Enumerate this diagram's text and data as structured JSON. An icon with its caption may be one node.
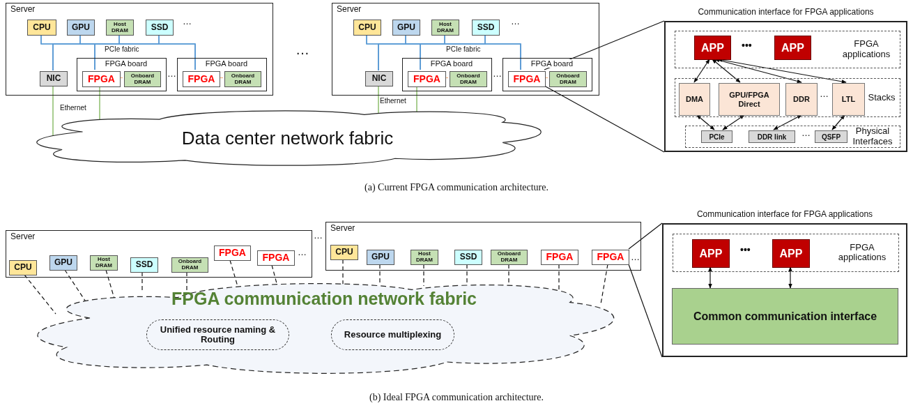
{
  "diagram": {
    "nodes": [
      {
        "text": [
          "Server"
        ]
      },
      {
        "text": [
          "CPU"
        ],
        "in": 0
      },
      {
        "text": [
          "GPU"
        ],
        "in": 0
      },
      {
        "text": [
          "Host DRAM"
        ],
        "in": 0
      },
      {
        "text": [
          "SSD"
        ],
        "in": 0
      },
      {
        "text": [
          "NIC"
        ],
        "in": 0
      },
      {
        "text": [
          "FPGA board"
        ],
        "in": 0
      },
      {
        "text": [
          "FPGA"
        ],
        "in": 6
      },
      {
        "text": [
          "Onboard DRAM"
        ],
        "in": 6
      },
      {
        "text": [
          "FPGA board"
        ],
        "in": 0
      },
      {
        "text": [
          "FPGA"
        ],
        "in": 9
      },
      {
        "text": [
          "Onboard DRAM"
        ],
        "in": 9
      },
      {
        "text": [
          "Server"
        ]
      },
      {
        "text": [
          "CPU"
        ],
        "in": 12
      },
      {
        "text": [
          "GPU"
        ],
        "in": 12
      },
      {
        "text": [
          "Host DRAM"
        ],
        "in": 12
      },
      {
        "text": [
          "SSD"
        ],
        "in": 12
      },
      {
        "text": [
          "NIC"
        ],
        "in": 12
      },
      {
        "text": [
          "FPGA board"
        ],
        "in": 12
      },
      {
        "text": [
          "FPGA"
        ],
        "in": 18
      },
      {
        "text": [
          "Onboard DRAM"
        ],
        "in": 18
      },
      {
        "text": [
          "FPGA board"
        ],
        "in": 12
      },
      {
        "text": [
          "FPGA"
        ],
        "in": 21
      },
      {
        "text": [
          "Onboard DRAM"
        ],
        "in": 21
      },
      {
        "text": [
          "Data center network fabric"
        ]
      },
      {
        "text": [
          "Communication interface for FPGA applications"
        ]
      },
      {
        "text": [
          "FPGA applications"
        ],
        "in": 25
      },
      {
        "text": [
          "APP"
        ],
        "in": 26
      },
      {
        "text": [
          "APP"
        ],
        "in": 26
      },
      {
        "text": [
          "Stacks"
        ],
        "in": 25
      },
      {
        "text": [
          "DMA"
        ],
        "in": 29
      },
      {
        "text": [
          "GPU/FPGA Direct"
        ],
        "in": 29
      },
      {
        "text": [
          "DDR"
        ],
        "in": 29
      },
      {
        "text": [
          "LTL"
        ],
        "in": 29
      },
      {
        "text": [
          "Physical Interfaces"
        ],
        "in": 25
      },
      {
        "text": [
          "PCIe"
        ],
        "in": 34
      },
      {
        "text": [
          "DDR link"
        ],
        "in": 34
      },
      {
        "text": [
          "QSFP"
        ],
        "in": 34
      },
      {
        "text": [
          "Server"
        ]
      },
      {
        "text": [
          "CPU"
        ],
        "in": 38
      },
      {
        "text": [
          "GPU"
        ],
        "in": 38
      },
      {
        "text": [
          "Host DRAM"
        ],
        "in": 38
      },
      {
        "text": [
          "SSD"
        ],
        "in": 38
      },
      {
        "text": [
          "Onboard DRAM"
        ],
        "in": 38
      },
      {
        "text": [
          "FPGA"
        ],
        "in": 38
      },
      {
        "text": [
          "FPGA"
        ],
        "in": 38
      },
      {
        "text": [
          "Server"
        ]
      },
      {
        "text": [
          "CPU"
        ],
        "in": 46
      },
      {
        "text": [
          "GPU"
        ],
        "in": 46
      },
      {
        "text": [
          "Host DRAM"
        ],
        "in": 46
      },
      {
        "text": [
          "SSD"
        ],
        "in": 46
      },
      {
        "text": [
          "Onboard DRAM"
        ],
        "in": 46
      },
      {
        "text": [
          "FPGA"
        ],
        "in": 46
      },
      {
        "text": [
          "FPGA"
        ],
        "in": 46
      },
      {
        "text": [
          "FPGA communication network fabric"
        ]
      },
      {
        "text": [
          "Unified resource naming & Routing"
        ],
        "in": 54
      },
      {
        "text": [
          "Resource multiplexing"
        ],
        "in": 54
      },
      {
        "text": [
          "Communication interface for FPGA applications"
        ]
      },
      {
        "text": [
          "FPGA applications"
        ],
        "in": 57
      },
      {
        "text": [
          "APP"
        ],
        "in": 58
      },
      {
        "text": [
          "APP"
        ],
        "in": 58
      },
      {
        "text": [
          "Common communication interface"
        ],
        "in": 57
      }
    ],
    "edges": [
      {
        "from": 1,
        "to": 5,
        "arrow": "none",
        "color": "#5b9bd5"
      },
      {
        "from": 1,
        "to": 7,
        "arrow": "none",
        "color": "#5b9bd5"
      },
      {
        "from": 1,
        "to": 10,
        "arrow": "none",
        "color": "#5b9bd5"
      },
      {
        "from": 2,
        "to": 5,
        "arrow": "none",
        "color": "#5b9bd5"
      },
      {
        "from": 2,
        "to": 7,
        "arrow": "none",
        "color": "#5b9bd5"
      },
      {
        "from": 2,
        "to": 10,
        "arrow": "none",
        "color": "#5b9bd5"
      },
      {
        "from": 3,
        "to": 5,
        "arrow": "none",
        "color": "#5b9bd5"
      },
      {
        "from": 3,
        "to": 7,
        "arrow": "none",
        "color": "#5b9bd5"
      },
      {
        "from": 3,
        "to": 10,
        "arrow": "none",
        "color": "#5b9bd5"
      },
      {
        "from": 4,
        "to": 5,
        "arrow": "none",
        "color": "#5b9bd5"
      },
      {
        "from": 4,
        "to": 7,
        "arrow": "none",
        "color": "#5b9bd5"
      },
      {
        "from": 4,
        "to": 10,
        "arrow": "none",
        "color": "#5b9bd5"
      },
      {
        "from": 13,
        "to": 17,
        "arrow": "none",
        "color": "#5b9bd5"
      },
      {
        "from": 13,
        "to": 19,
        "arrow": "none",
        "color": "#5b9bd5"
      },
      {
        "from": 13,
        "to": 22,
        "arrow": "none",
        "color": "#5b9bd5"
      },
      {
        "from": 14,
        "to": 17,
        "arrow": "none",
        "color": "#5b9bd5"
      },
      {
        "from": 14,
        "to": 19,
        "arrow": "none",
        "color": "#5b9bd5"
      },
      {
        "from": 14,
        "to": 22,
        "arrow": "none",
        "color": "#5b9bd5"
      },
      {
        "from": 15,
        "to": 17,
        "arrow": "none",
        "color": "#5b9bd5"
      },
      {
        "from": 15,
        "to": 19,
        "arrow": "none",
        "color": "#5b9bd5"
      },
      {
        "from": 15,
        "to": 22,
        "arrow": "none",
        "color": "#5b9bd5"
      },
      {
        "from": 16,
        "to": 17,
        "arrow": "none",
        "color": "#5b9bd5"
      },
      {
        "from": 16,
        "to": 19,
        "arrow": "none",
        "color": "#5b9bd5"
      },
      {
        "from": 16,
        "to": 22,
        "arrow": "none",
        "color": "#5b9bd5"
      },
      {
        "from": 7,
        "to": 8,
        "arrow": "none",
        "color": "#f4b183"
      },
      {
        "from": 10,
        "to": 11,
        "arrow": "none",
        "color": "#f4b183"
      },
      {
        "from": 19,
        "to": 20,
        "arrow": "none",
        "color": "#f4b183"
      },
      {
        "from": 22,
        "to": 23,
        "arrow": "none",
        "color": "#f4b183"
      },
      {
        "from": 5,
        "to": 24,
        "arrow": "none",
        "color": "#70ad47"
      },
      {
        "from": 7,
        "to": 24,
        "arrow": "none",
        "color": "#70ad47"
      },
      {
        "from": 17,
        "to": 24,
        "arrow": "none",
        "color": "#70ad47"
      },
      {
        "from": 19,
        "to": 24,
        "arrow": "none",
        "color": "#70ad47"
      },
      {
        "from": 22,
        "to": 25,
        "arrow": "none"
      },
      {
        "from": 22,
        "to": 25,
        "arrow": "none"
      },
      {
        "from": 27,
        "to": 30,
        "arrow": "both"
      },
      {
        "from": 27,
        "to": 31,
        "arrow": "both"
      },
      {
        "from": 27,
        "to": 32,
        "arrow": "both"
      },
      {
        "from": 27,
        "to": 33,
        "arrow": "both"
      },
      {
        "from": 30,
        "to": 35,
        "arrow": "both"
      },
      {
        "from": 31,
        "to": 35,
        "arrow": "both"
      },
      {
        "from": 32,
        "to": 36,
        "arrow": "both"
      },
      {
        "from": 33,
        "to": 37,
        "arrow": "both"
      },
      {
        "from": 39,
        "to": 54,
        "arrow": "none",
        "style": "dashed"
      },
      {
        "from": 40,
        "to": 54,
        "arrow": "none",
        "style": "dashed"
      },
      {
        "from": 41,
        "to": 54,
        "arrow": "none",
        "style": "dashed"
      },
      {
        "from": 42,
        "to": 54,
        "arrow": "none",
        "style": "dashed"
      },
      {
        "from": 43,
        "to": 54,
        "arrow": "none",
        "style": "dashed"
      },
      {
        "from": 44,
        "to": 54,
        "arrow": "none",
        "style": "dashed"
      },
      {
        "from": 45,
        "to": 54,
        "arrow": "none",
        "style": "dashed"
      },
      {
        "from": 47,
        "to": 54,
        "arrow": "none",
        "style": "dashed"
      },
      {
        "from": 48,
        "to": 54,
        "arrow": "none",
        "style": "dashed"
      },
      {
        "from": 49,
        "to": 54,
        "arrow": "none",
        "style": "dashed"
      },
      {
        "from": 50,
        "to": 54,
        "arrow": "none",
        "style": "dashed"
      },
      {
        "from": 51,
        "to": 54,
        "arrow": "none",
        "style": "dashed"
      },
      {
        "from": 52,
        "to": 54,
        "arrow": "none",
        "style": "dashed"
      },
      {
        "from": 53,
        "to": 54,
        "arrow": "none",
        "style": "dashed"
      },
      {
        "from": 53,
        "to": 57,
        "arrow": "none"
      },
      {
        "from": 53,
        "to": 57,
        "arrow": "none"
      },
      {
        "from": 59,
        "to": 61,
        "arrow": "both"
      },
      {
        "from": 60,
        "to": 61,
        "arrow": "both"
      }
    ],
    "labels": [
      "PCIe fabric",
      "…",
      "…",
      "Ethernet",
      "…",
      "PCIe fabric",
      "…",
      "…",
      "Ethernet",
      "•••",
      "…",
      "…",
      "(a) Current FPGA communication architecture.",
      "…",
      "…",
      "…",
      "•••",
      "(b) Ideal FPGA communication architecture."
    ]
  }
}
